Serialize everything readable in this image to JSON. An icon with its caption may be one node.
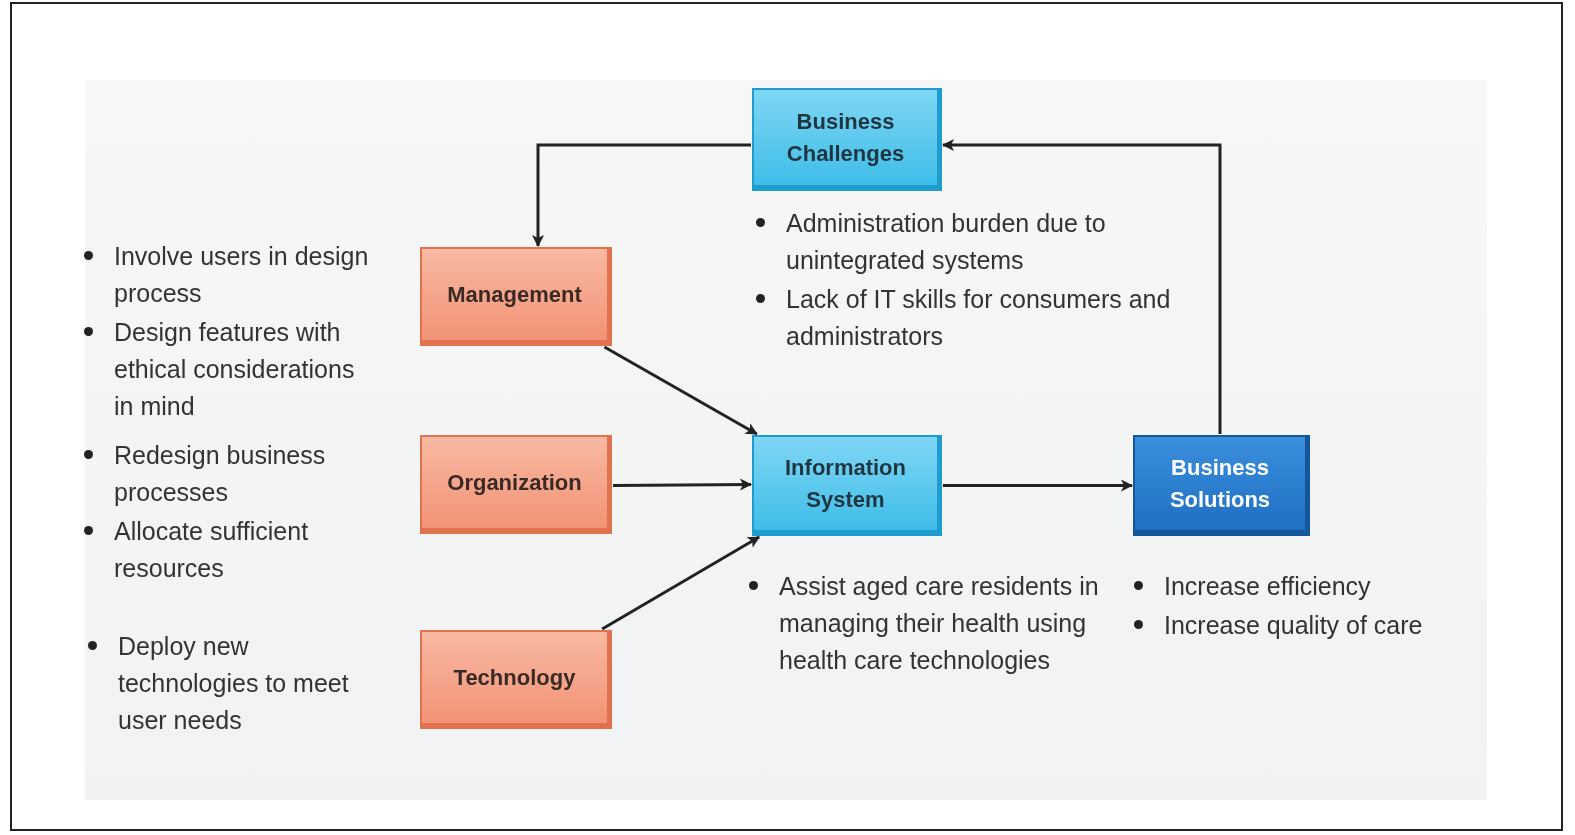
{
  "diagram": {
    "nodes": [
      {
        "text": [
          "Business Challenges"
        ],
        "beside": [
          "Administration burden due to unintegrated systems",
          "Lack of IT skills for consumers and administrators"
        ]
      },
      {
        "text": [
          "Management"
        ],
        "beside": [
          "Involve users in design process",
          "Design features with ethical considerations in mind"
        ]
      },
      {
        "text": [
          "Organization"
        ],
        "beside": [
          "Redesign business processes",
          "Allocate sufficient resources"
        ]
      },
      {
        "text": [
          "Technology"
        ],
        "beside": [
          "Deploy new technologies to meet user needs"
        ]
      },
      {
        "text": [
          "Information System"
        ],
        "beside": [
          "Assist aged care residents in managing their health using health care technologies"
        ]
      },
      {
        "text": [
          "Business Solutions"
        ],
        "beside": [
          "Increase efficiency",
          "Increase quality of care"
        ]
      }
    ],
    "edges": [
      {
        "from": 0,
        "to": 1,
        "arrow": "to"
      },
      {
        "from": 1,
        "to": 4,
        "arrow": "to"
      },
      {
        "from": 2,
        "to": 4,
        "arrow": "to"
      },
      {
        "from": 3,
        "to": 4,
        "arrow": "to"
      },
      {
        "from": 4,
        "to": 5,
        "arrow": "to"
      },
      {
        "from": 5,
        "to": 0,
        "arrow": "to"
      }
    ]
  }
}
